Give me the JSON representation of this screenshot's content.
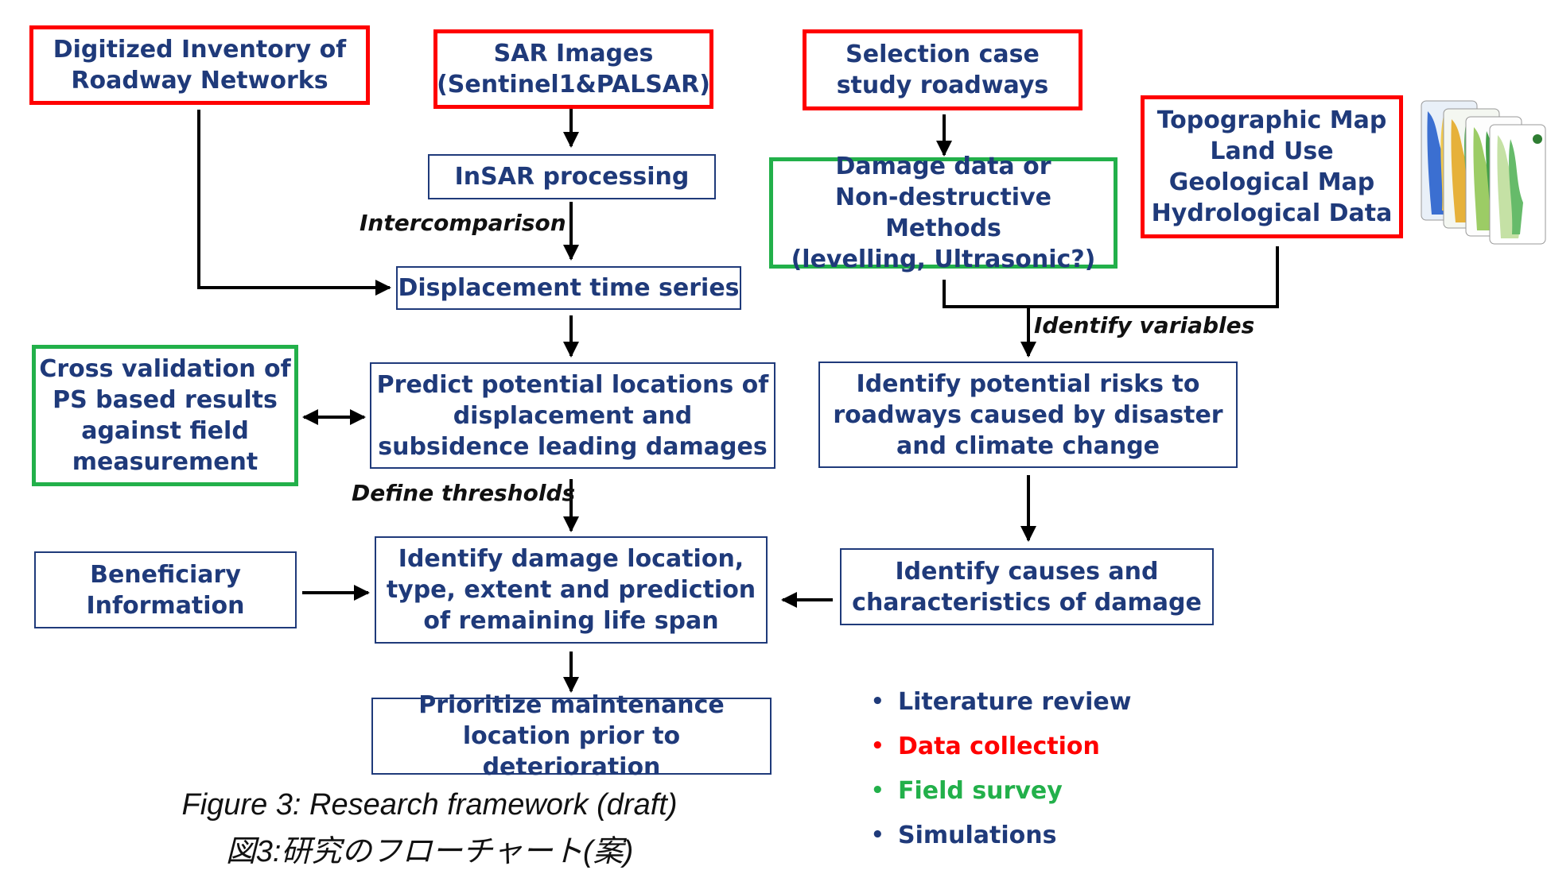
{
  "boxes": {
    "inventory": [
      "Digitized Inventory of",
      "Roadway Networks"
    ],
    "sar": [
      "SAR Images",
      "(Sentinel1&PALSAR)"
    ],
    "selection": [
      "Selection case",
      "study roadways"
    ],
    "topo": [
      "Topographic Map",
      "Land Use",
      "Geological Map",
      "Hydrological Data"
    ],
    "insar": [
      "InSAR processing"
    ],
    "damage_data": [
      "Damage data or",
      "Non-destructive Methods",
      "(levelling, Ultrasonic?)"
    ],
    "displacement": [
      "Displacement time series"
    ],
    "cross_validation": [
      "Cross validation of",
      "PS based results",
      "against field",
      "measurement"
    ],
    "predict": [
      "Predict potential locations of",
      "displacement and",
      "subsidence leading damages"
    ],
    "risks": [
      "Identify potential risks to",
      "roadways caused by disaster",
      "and climate change"
    ],
    "beneficiary": [
      "Beneficiary",
      "Information"
    ],
    "identify_damage": [
      "Identify damage location,",
      "type, extent and prediction",
      "of remaining life span"
    ],
    "causes": [
      "Identify causes and",
      "characteristics of damage"
    ],
    "prioritize": [
      "Prioritize maintenance",
      "location prior to deterioration"
    ]
  },
  "labels": {
    "intercomparison": "Intercomparison",
    "identify_variables": "Identify variables",
    "define_thresholds": "Define thresholds"
  },
  "legend": [
    {
      "text": "Literature review",
      "color": "#1f3a7a"
    },
    {
      "text": "Data collection",
      "color": "#ff0000"
    },
    {
      "text": "Field survey",
      "color": "#22b04a"
    },
    {
      "text": "Simulations",
      "color": "#1f3a7a"
    }
  ],
  "caption": {
    "line1": "Figure 3: Research framework (draft)",
    "line2": "図3:研究のフローチャート(案)"
  },
  "colors": {
    "navy": "#1f3a7a",
    "red": "#ff0000",
    "green": "#22b04a"
  }
}
